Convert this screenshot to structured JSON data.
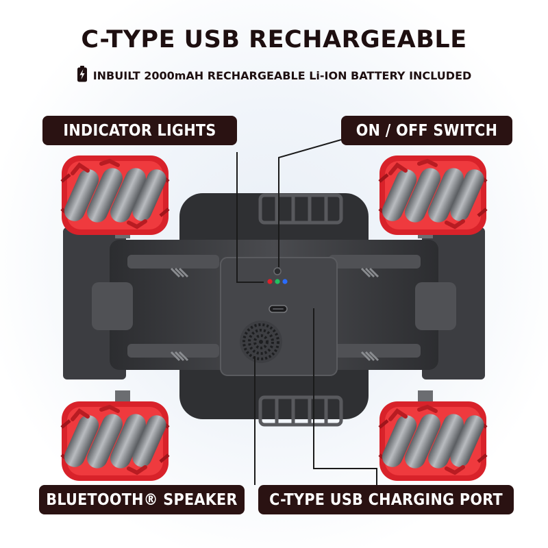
{
  "header": {
    "title": "C-TYPE USB RECHARGEABLE",
    "subtitle": "INBUILT 2000mAH RECHARGEABLE Li-ION BATTERY INCLUDED",
    "subtitle_icon": "battery-charging-icon"
  },
  "callouts": {
    "indicator_lights": "INDICATOR LIGHTS",
    "on_off_switch": "ON / OFF SWITCH",
    "bluetooth_speaker": "BLUETOOTH® SPEAKER",
    "usb_charging_port": "C-TYPE USB CHARGING PORT"
  },
  "colors": {
    "callout_background": "#2a1212",
    "title_text": "#1e0f10",
    "wheel_red": "#e3252b",
    "wheel_roller_grey": "#8b8e92",
    "chassis_dark": "#3a3b3e",
    "led_red": "#e0202a",
    "led_green": "#22c060",
    "led_blue": "#2a6cff"
  }
}
